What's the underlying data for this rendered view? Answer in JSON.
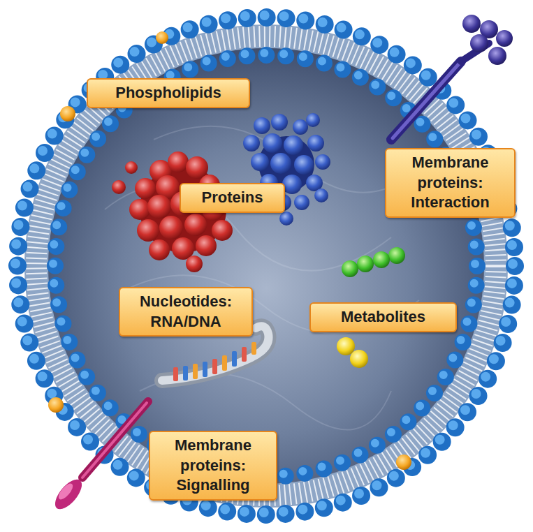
{
  "diagram": {
    "nodes": [
      {
        "text": [
          "Phospholipids"
        ]
      },
      {
        "text": [
          "Proteins"
        ]
      },
      {
        "text": [
          "Membrane proteins: Interaction"
        ]
      },
      {
        "text": [
          "Nucleotides: RNA/DNA"
        ]
      },
      {
        "text": [
          "Metabolites"
        ]
      },
      {
        "text": [
          "Membrane proteins: Signalling"
        ]
      }
    ]
  }
}
